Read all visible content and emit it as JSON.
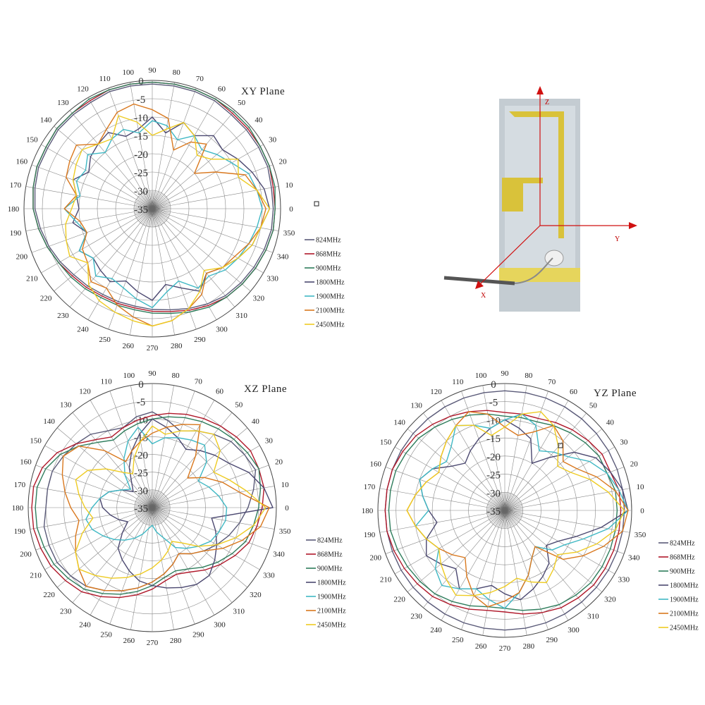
{
  "colors": {
    "824MHz": "#5a5a78",
    "868MHz": "#b0182a",
    "900MHz": "#2e7d5c",
    "1800MHz": "#4b4870",
    "1900MHz": "#3fb8c4",
    "2100MHz": "#d9781e",
    "2450MHz": "#eecb22",
    "axis_red": "#d01010"
  },
  "antenna_photo": {
    "axis_labels": {
      "z": "Z",
      "y": "Y",
      "x": "X"
    }
  },
  "chart_data": [
    {
      "type": "polar",
      "title": "XY Plane",
      "radial_ticks": [
        "0",
        "-5",
        "-10",
        "-15",
        "-20",
        "-25",
        "-30",
        "-35"
      ],
      "rlim": [
        -35,
        0
      ],
      "angle_ticks": [
        "0",
        "10",
        "20",
        "30",
        "40",
        "50",
        "60",
        "70",
        "80",
        "90",
        "100",
        "110",
        "120",
        "130",
        "140",
        "150",
        "160",
        "170",
        "180",
        "190",
        "200",
        "210",
        "220",
        "230",
        "240",
        "250",
        "260",
        "270",
        "280",
        "290",
        "300",
        "310",
        "320",
        "330",
        "340",
        "350"
      ],
      "grid": true,
      "legend_position": "right",
      "angles_deg": [
        0,
        10,
        20,
        30,
        40,
        50,
        60,
        70,
        80,
        90,
        100,
        110,
        120,
        130,
        140,
        150,
        160,
        170,
        180,
        190,
        200,
        210,
        220,
        230,
        240,
        250,
        260,
        270,
        280,
        290,
        300,
        310,
        320,
        330,
        340,
        350
      ],
      "series": [
        {
          "name": "824MHz",
          "values": [
            -2,
            -2,
            -1.5,
            -1.5,
            -1.5,
            -1.5,
            -1,
            -1,
            -1,
            -1,
            -1,
            -1,
            -1.5,
            -1.5,
            -1.5,
            -2,
            -2,
            -2.5,
            -3,
            -4,
            -5,
            -6,
            -7,
            -7.5,
            -8,
            -8,
            -8,
            -7.5,
            -7,
            -6,
            -5,
            -4,
            -3.5,
            -3,
            -2.5,
            -2
          ]
        },
        {
          "name": "868MHz",
          "values": [
            -1.5,
            -1.5,
            -1,
            -1,
            -1,
            -1,
            -0.5,
            -0.5,
            -0.5,
            -0.5,
            -0.5,
            -0.5,
            -1,
            -1,
            -1,
            -1.5,
            -1.5,
            -2,
            -2.5,
            -3.5,
            -4.5,
            -5.5,
            -6.5,
            -7,
            -7.5,
            -7.5,
            -7.5,
            -7,
            -6.5,
            -5.5,
            -4.5,
            -3.5,
            -3,
            -2.5,
            -2,
            -1.5
          ]
        },
        {
          "name": "900MHz",
          "values": [
            -1.5,
            -1,
            -1,
            -1,
            -0.5,
            -0.5,
            -0.5,
            -0.5,
            -0.5,
            -0.5,
            -0.5,
            -0.5,
            -0.5,
            -1,
            -1,
            -1.5,
            -1.5,
            -2,
            -2.5,
            -3.5,
            -4.5,
            -5.5,
            -6,
            -6.5,
            -7,
            -7,
            -7,
            -6.5,
            -6,
            -5,
            -4,
            -3.5,
            -3,
            -2.5,
            -2,
            -1.5
          ]
        },
        {
          "name": "1800MHz",
          "values": [
            -3,
            -4,
            -6,
            -8,
            -10,
            -9,
            -12,
            -10,
            -14,
            -10,
            -13,
            -14,
            -11,
            -12,
            -13,
            -15,
            -12,
            -14,
            -15,
            -13,
            -16,
            -12,
            -14,
            -13,
            -12,
            -14,
            -12,
            -10,
            -14,
            -12,
            -9,
            -12,
            -10,
            -8,
            -6,
            -5
          ]
        },
        {
          "name": "1900MHz",
          "values": [
            -5,
            -6,
            -7,
            -10,
            -12,
            -14,
            -12,
            -15,
            -12,
            -11,
            -14,
            -12,
            -13,
            -15,
            -12,
            -14,
            -13,
            -15,
            -11,
            -14,
            -16,
            -12,
            -14,
            -11,
            -13,
            -12,
            -10,
            -8,
            -12,
            -14,
            -10,
            -11,
            -9,
            -8,
            -7,
            -6
          ]
        },
        {
          "name": "2100MHz",
          "values": [
            -4,
            -6,
            -8,
            -15,
            -20,
            -12,
            -14,
            -18,
            -10,
            -8,
            -6,
            -7,
            -10,
            -12,
            -8,
            -9,
            -10,
            -14,
            -11,
            -15,
            -16,
            -13,
            -12,
            -9,
            -10,
            -7,
            -5,
            -3,
            -4,
            -6,
            -8,
            -12,
            -10,
            -9,
            -7,
            -5
          ]
        },
        {
          "name": "2450MHz",
          "values": [
            -3,
            -6,
            -10,
            -8,
            -14,
            -16,
            -12,
            -10,
            -13,
            -15,
            -11,
            -8,
            -13,
            -12,
            -10,
            -11,
            -12,
            -14,
            -13,
            -11,
            -10,
            -9,
            -12,
            -8,
            -6,
            -5,
            -4,
            -3,
            -4,
            -6,
            -9,
            -13,
            -10,
            -8,
            -6,
            -5
          ]
        }
      ]
    },
    {
      "type": "polar",
      "title": "XZ Plane",
      "radial_ticks": [
        "0",
        "-5",
        "-10",
        "-15",
        "-20",
        "-25",
        "-30",
        "-35"
      ],
      "rlim": [
        -35,
        0
      ],
      "angle_ticks": [
        "0",
        "10",
        "20",
        "30",
        "40",
        "50",
        "60",
        "70",
        "80",
        "90",
        "100",
        "110",
        "120",
        "130",
        "140",
        "150",
        "160",
        "170",
        "180",
        "190",
        "200",
        "210",
        "220",
        "230",
        "240",
        "250",
        "260",
        "270",
        "280",
        "290",
        "300",
        "310",
        "320",
        "330",
        "340",
        "350"
      ],
      "grid": true,
      "legend_position": "right",
      "angles_deg": [
        0,
        10,
        20,
        30,
        40,
        50,
        60,
        70,
        80,
        90,
        100,
        110,
        120,
        130,
        140,
        150,
        160,
        170,
        180,
        190,
        200,
        210,
        220,
        230,
        240,
        250,
        260,
        270,
        280,
        290,
        300,
        310,
        320,
        330,
        340,
        350
      ],
      "series": [
        {
          "name": "824MHz",
          "values": [
            -8,
            -6,
            -4,
            -5,
            -6,
            -8,
            -10,
            -12,
            -10,
            -8,
            -9,
            -11,
            -10,
            -8,
            -7,
            -6,
            -5,
            -5,
            -5,
            -4,
            -4,
            -4,
            -5,
            -6,
            -8,
            -10,
            -12,
            -14,
            -16,
            -18,
            -20,
            -18,
            -16,
            -14,
            -12,
            -10
          ]
        },
        {
          "name": "868MHz",
          "values": [
            -4,
            -3,
            -3,
            -3,
            -4,
            -5,
            -6,
            -7,
            -8,
            -9,
            -10,
            -11,
            -12,
            -10,
            -7,
            -4,
            -2,
            -1,
            -1,
            -1,
            -1.5,
            -2,
            -3,
            -4,
            -6,
            -8,
            -10,
            -12,
            -14,
            -15,
            -14,
            -12,
            -10,
            -8,
            -6,
            -5
          ]
        },
        {
          "name": "900MHz",
          "values": [
            -5,
            -4,
            -3,
            -4,
            -5,
            -6,
            -7,
            -8,
            -9,
            -10,
            -11,
            -12,
            -13,
            -11,
            -8,
            -5,
            -3,
            -2,
            -2,
            -2,
            -2.5,
            -3,
            -4,
            -5,
            -7,
            -9,
            -11,
            -13,
            -15,
            -16,
            -15,
            -13,
            -11,
            -9,
            -7,
            -6
          ]
        },
        {
          "name": "1800MHz",
          "values": [
            -1,
            -3,
            -6,
            -10,
            -12,
            -14,
            -16,
            -14,
            -12,
            -10,
            -14,
            -18,
            -22,
            -26,
            -28,
            -25,
            -22,
            -20,
            -21,
            -23,
            -25,
            -27,
            -24,
            -20,
            -18,
            -16,
            -14,
            -13,
            -12,
            -11,
            -10,
            -10,
            -12,
            -14,
            -16,
            -18
          ]
        },
        {
          "name": "1900MHz",
          "values": [
            -14,
            -16,
            -18,
            -20,
            -15,
            -12,
            -13,
            -14,
            -15,
            -17,
            -12,
            -15,
            -19,
            -23,
            -27,
            -25,
            -22,
            -20,
            -18,
            -16,
            -17,
            -19,
            -21,
            -23,
            -25,
            -27,
            -29,
            -30,
            -28,
            -26,
            -22,
            -20,
            -18,
            -16,
            -15,
            -14
          ]
        },
        {
          "name": "2100MHz",
          "values": [
            -2,
            -10,
            -14,
            -18,
            -22,
            -16,
            -8,
            -10,
            -12,
            -14,
            -16,
            -18,
            -20,
            -14,
            -8,
            -6,
            -8,
            -10,
            -12,
            -14,
            -12,
            -10,
            -8,
            -6,
            -8,
            -10,
            -12,
            -14,
            -16,
            -18,
            -20,
            -18,
            -16,
            -12,
            -8,
            -4
          ]
        },
        {
          "name": "2450MHz",
          "values": [
            -3,
            -8,
            -12,
            -15,
            -10,
            -8,
            -10,
            -12,
            -14,
            -12,
            -16,
            -20,
            -24,
            -22,
            -18,
            -14,
            -12,
            -14,
            -16,
            -18,
            -14,
            -10,
            -8,
            -10,
            -12,
            -14,
            -16,
            -18,
            -20,
            -22,
            -24,
            -22,
            -18,
            -14,
            -10,
            -6
          ]
        }
      ]
    },
    {
      "type": "polar",
      "title": "YZ Plane",
      "radial_ticks": [
        "0",
        "-5",
        "-10",
        "-15",
        "-20",
        "-25",
        "-30",
        "-35"
      ],
      "rlim": [
        -35,
        0
      ],
      "angle_ticks": [
        "0",
        "10",
        "20",
        "30",
        "40",
        "50",
        "60",
        "70",
        "80",
        "90",
        "100",
        "110",
        "120",
        "130",
        "140",
        "150",
        "160",
        "170",
        "180",
        "190",
        "200",
        "210",
        "220",
        "230",
        "240",
        "250",
        "260",
        "270",
        "280",
        "290",
        "300",
        "310",
        "320",
        "330",
        "340",
        "350"
      ],
      "grid": true,
      "legend_position": "right",
      "angles_deg": [
        0,
        10,
        20,
        30,
        40,
        50,
        60,
        70,
        80,
        90,
        100,
        110,
        120,
        130,
        140,
        150,
        160,
        170,
        180,
        190,
        200,
        210,
        220,
        230,
        240,
        250,
        260,
        270,
        280,
        290,
        300,
        310,
        320,
        330,
        340,
        350
      ],
      "series": [
        {
          "name": "824MHz",
          "values": [
            -2,
            -2,
            -2,
            -2,
            -2,
            -2,
            -2,
            -2,
            -2,
            -2,
            -2,
            -2,
            -2,
            -2,
            -2,
            -2,
            -2,
            -2,
            -2,
            -2,
            -2,
            -2,
            -2,
            -2,
            -2,
            -2,
            -2,
            -2,
            -2,
            -2,
            -2,
            -2,
            -2,
            -2,
            -2,
            -2
          ]
        },
        {
          "name": "868MHz",
          "values": [
            -3,
            -3,
            -4,
            -4,
            -5,
            -6,
            -7,
            -8,
            -8,
            -8,
            -7,
            -6,
            -5,
            -4,
            -3,
            -2.5,
            -2,
            -2,
            -2,
            -2,
            -2.5,
            -3,
            -3.5,
            -4,
            -5,
            -6,
            -7,
            -7,
            -6,
            -5,
            -4,
            -3.5,
            -3,
            -3,
            -3,
            -3
          ]
        },
        {
          "name": "900MHz",
          "values": [
            -4,
            -4,
            -5,
            -5,
            -6,
            -7,
            -8,
            -9,
            -9,
            -9,
            -8,
            -7,
            -6,
            -5,
            -4,
            -3.5,
            -3,
            -3,
            -3,
            -3,
            -3.5,
            -4,
            -4.5,
            -5,
            -6,
            -7,
            -8,
            -8,
            -7,
            -6,
            -5,
            -4.5,
            -4,
            -4,
            -4,
            -4
          ]
        },
        {
          "name": "1800MHz",
          "values": [
            -1,
            -2,
            -4,
            -6,
            -10,
            -16,
            -20,
            -14,
            -12,
            -10,
            -12,
            -14,
            -16,
            -18,
            -16,
            -12,
            -10,
            -12,
            -14,
            -16,
            -12,
            -10,
            -12,
            -14,
            -10,
            -12,
            -14,
            -12,
            -10,
            -12,
            -14,
            -16,
            -20,
            -18,
            -14,
            -8
          ]
        },
        {
          "name": "1900MHz",
          "values": [
            -1,
            -3,
            -5,
            -8,
            -12,
            -14,
            -16,
            -10,
            -8,
            -10,
            -12,
            -10,
            -8,
            -12,
            -14,
            -12,
            -10,
            -12,
            -14,
            -10,
            -12,
            -14,
            -10,
            -8,
            -10,
            -12,
            -10,
            -8,
            -12,
            -16,
            -20,
            -22,
            -18,
            -16,
            -12,
            -6
          ]
        },
        {
          "name": "2100MHz",
          "values": [
            -1,
            -4,
            -8,
            -12,
            -14,
            -10,
            -8,
            -12,
            -14,
            -12,
            -8,
            -6,
            -8,
            -10,
            -12,
            -14,
            -12,
            -10,
            -8,
            -10,
            -12,
            -14,
            -16,
            -18,
            -14,
            -10,
            -8,
            -10,
            -12,
            -16,
            -20,
            -22,
            -14,
            -10,
            -6,
            -2
          ]
        },
        {
          "name": "2450MHz",
          "values": [
            -2,
            -6,
            -10,
            -14,
            -16,
            -12,
            -8,
            -6,
            -8,
            -12,
            -14,
            -10,
            -8,
            -10,
            -12,
            -14,
            -12,
            -10,
            -8,
            -10,
            -12,
            -14,
            -12,
            -10,
            -8,
            -10,
            -12,
            -14,
            -16,
            -14,
            -12,
            -14,
            -16,
            -12,
            -8,
            -4
          ]
        }
      ]
    }
  ]
}
